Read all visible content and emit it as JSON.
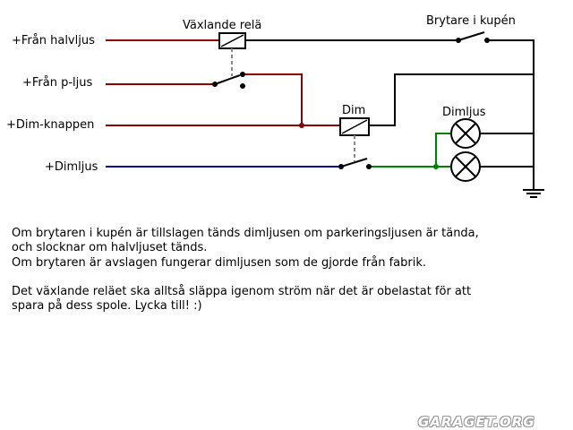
{
  "labels": {
    "relay_changeover": "Växlande relä",
    "cabin_switch": "Brytare i kupén",
    "dim_relay": "Dim",
    "dim_lamps": "Dimljus"
  },
  "inputs": {
    "high_beam": "+Från halvljus",
    "parking": "+Från p-ljus",
    "dim_button": "+Dim-knappen",
    "dim_lights": "+Dimljus"
  },
  "description": {
    "line1": "Om brytaren i kupén är tillslagen tänds dimljusen om parkeringsljusen är tända,",
    "line2": "och slocknar om halvljuset tänds.",
    "line3": "Om brytaren är avslagen fungerar dimljusen som de gjorde från fabrik.",
    "line4": "Det växlande reläet ska alltså släppa igenom ström när det är obelastat för att",
    "line5": "spara på dess spole. Lycka till! :)"
  },
  "watermark": "GARAGET.ORG",
  "colors": {
    "red_wire": "#8b0000",
    "blue_wire": "#0a0a8a",
    "green_wire": "#008000",
    "black_wire": "#000000",
    "dashed_link": "#888888"
  }
}
